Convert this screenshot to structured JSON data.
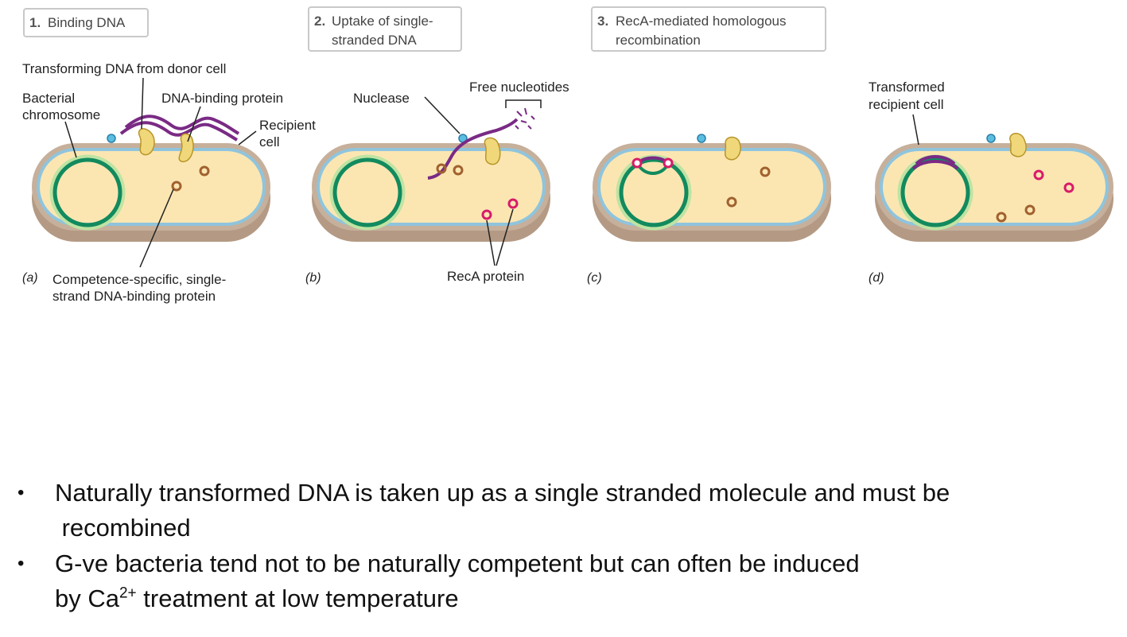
{
  "steps": [
    {
      "num": "1.",
      "line1": "Binding DNA",
      "line2": ""
    },
    {
      "num": "2.",
      "line1": "Uptake of single-",
      "line2": "stranded DNA"
    },
    {
      "num": "3.",
      "line1": "RecA-mediated homologous",
      "line2": "recombination"
    }
  ],
  "labels": {
    "transforming_dna": "Transforming DNA from donor cell",
    "bacterial_chromosome_1": "Bacterial",
    "bacterial_chromosome_2": "chromosome",
    "dna_binding_protein": "DNA-binding protein",
    "recipient_cell_1": "Recipient",
    "recipient_cell_2": "cell",
    "competence_1": "Competence-specific, single-",
    "competence_2": "strand DNA-binding protein",
    "nuclease": "Nuclease",
    "free_nucleotides": "Free nucleotides",
    "reca_protein": "RecA protein",
    "transformed_1": "Transformed",
    "transformed_2": "recipient cell"
  },
  "panel_letters": [
    "(a)",
    "(b)",
    "(c)",
    "(d)"
  ],
  "bullets": [
    {
      "line1": "Naturally transformed DNA is taken up as a single stranded molecule and must be",
      "line2": " recombined"
    },
    {
      "line1": "G-ve bacteria tend not to be naturally competent but can often be induced",
      "line2_pre": "by Ca",
      "line2_sup": "2+",
      "line2_post": " treatment at low temperature"
    }
  ],
  "colors": {
    "cell_fill": "#fbe6b2",
    "cell_wall": "#b49a84",
    "membrane": "#8fc4dd",
    "chromosome": "#128a5e",
    "chromosome_halo": "#bfe3a3",
    "donor_dna": "#7a2a85",
    "reca": "#d81b6a",
    "binding_protein": "#f0d77a",
    "nuclease": "#5bbde0",
    "ssb": "#a0612e"
  }
}
